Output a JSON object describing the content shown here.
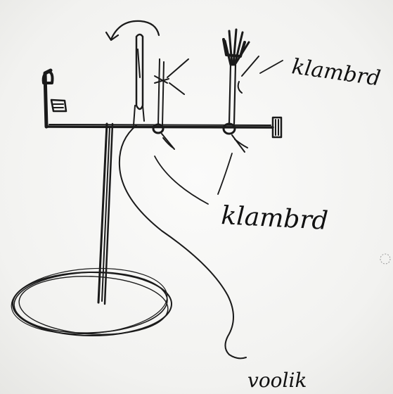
{
  "sketch": {
    "labels": {
      "top_right": "klambrd",
      "middle": "klambrd",
      "bottom": "voolik"
    },
    "colors": {
      "paper": "#f7f7f5",
      "ink": "#1a1a1a"
    }
  }
}
